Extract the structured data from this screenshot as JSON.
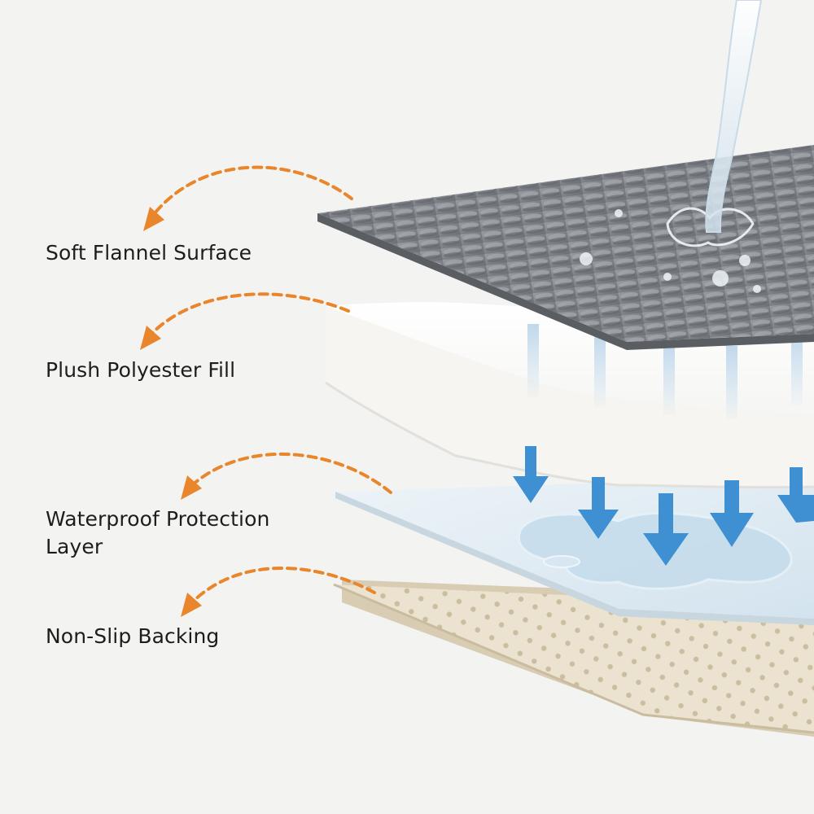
{
  "layers": [
    {
      "id": "flannel",
      "label_lines": [
        "Soft Flannel Surface"
      ]
    },
    {
      "id": "fill",
      "label_lines": [
        "Plush Polyester Fill"
      ]
    },
    {
      "id": "waterproof",
      "label_lines": [
        "Waterproof Protection",
        "Layer"
      ]
    },
    {
      "id": "backing",
      "label_lines": [
        "Non-Slip Backing"
      ]
    }
  ],
  "colors": {
    "background": "#f3f3f2",
    "accent_arrow": "#e9862b",
    "flannel": "#7c8086",
    "fill": "#fbfbf9",
    "waterproof": "#dde9f1",
    "backing": "#e9dfcb",
    "flow_arrow": "#3f8fd3"
  },
  "icons": [
    "curved-dashed-arrow-icon",
    "water-stream-icon",
    "down-arrow-icon"
  ]
}
